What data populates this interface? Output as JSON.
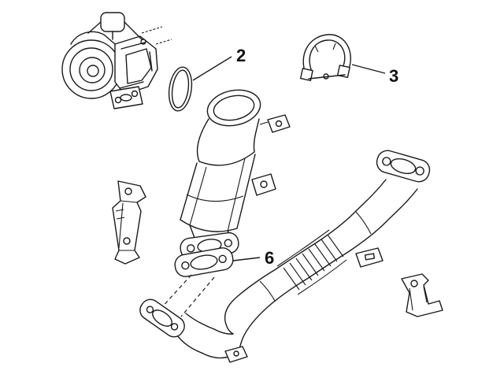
{
  "diagram": {
    "background_color": "#ffffff",
    "line_color": "#1a1a1a",
    "callouts": [
      {
        "label": "2",
        "part": "gasket-ring"
      },
      {
        "label": "3",
        "part": "clamp"
      },
      {
        "label": "6",
        "part": "flange-gasket"
      }
    ],
    "parts": [
      {
        "name": "turbocharger"
      },
      {
        "name": "gasket-ring"
      },
      {
        "name": "v-band-clamp"
      },
      {
        "name": "catalytic-converter"
      },
      {
        "name": "mounting-bracket-left"
      },
      {
        "name": "flange-gasket"
      },
      {
        "name": "front-exhaust-pipe"
      },
      {
        "name": "support-bracket-right"
      }
    ]
  }
}
